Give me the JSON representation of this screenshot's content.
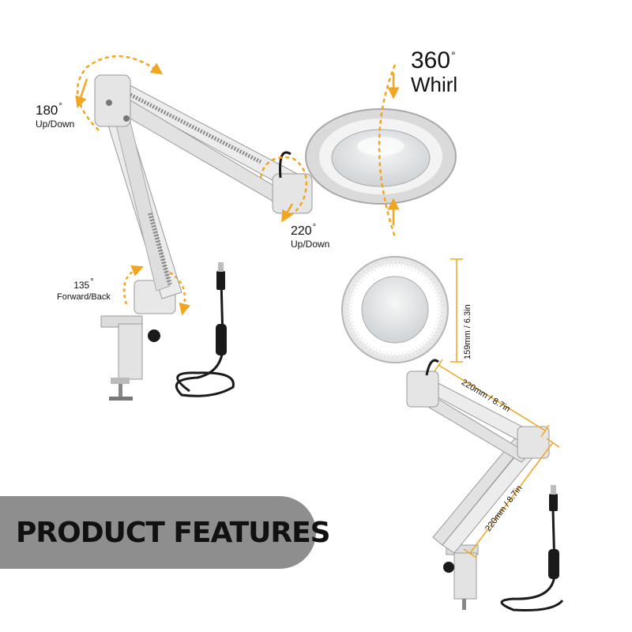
{
  "features": {
    "whirl": {
      "value": "360",
      "unit": "°",
      "caption": "Whirl"
    },
    "updown_top": {
      "value": "180",
      "unit": "°",
      "caption": "Up/Down"
    },
    "updown_head": {
      "value": "220",
      "unit": "°",
      "caption": "Up/Down"
    },
    "forward_back": {
      "value": "135",
      "unit": "°",
      "caption": "Forward/Back"
    }
  },
  "dimensions": {
    "lens_height": "159mm / 6.3in",
    "upper_arm": "220mm / 8.7in",
    "lower_arm": "220mm / 8.7in"
  },
  "banner": {
    "title": "PRODUCT FEATURES"
  },
  "colors": {
    "accent": "#f2a51e",
    "banner": "#8e8e8e",
    "lamp": "#e4e4e4",
    "cable": "#1a1a1a"
  }
}
